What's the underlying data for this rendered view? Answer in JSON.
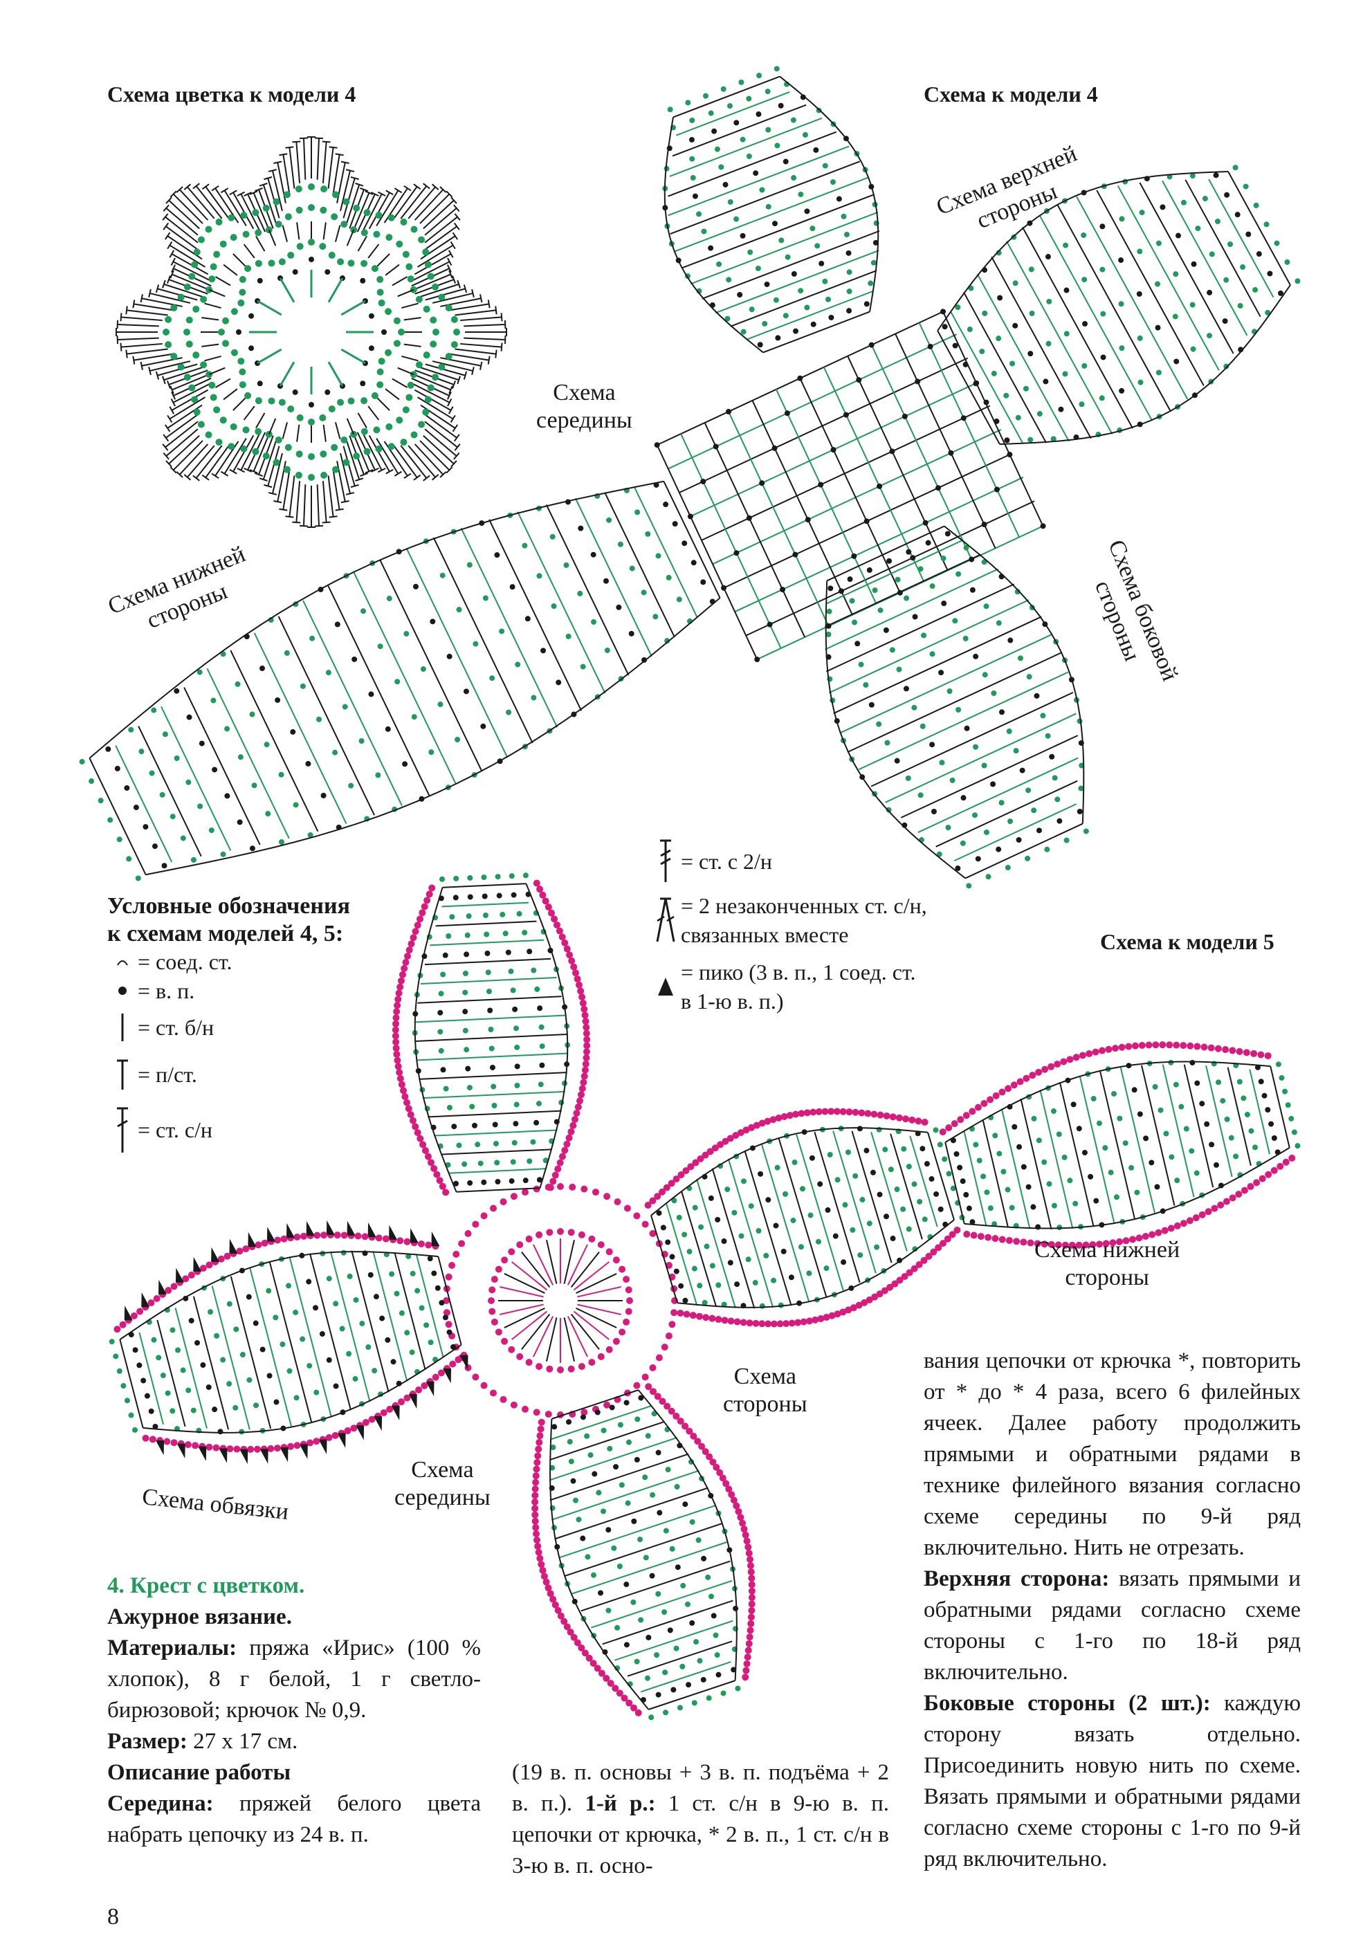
{
  "headers": {
    "flower": "Схема цветка к модели 4",
    "model4": "Схема к модели 4",
    "model5": "Схема к модели 5"
  },
  "labels": {
    "top_side": "Схема верхней\nстороны",
    "middle4": "Схема\nсередины",
    "bottom_side4": "Схема нижней\nстороны",
    "side4": "Схема боковой\nстороны",
    "bottom_side5": "Схема нижней\nстороны",
    "side5": "Схема\nстороны",
    "middle5": "Схема\nсередины",
    "edging": "Схема обвязки"
  },
  "legend": {
    "title_line1": "Условные обозначения",
    "title_line2": "к схемам моделей 4, 5:",
    "items": [
      {
        "icon": "slip-stitch-icon",
        "text": "= соед. ст."
      },
      {
        "icon": "chain-icon",
        "text": "= в. п."
      },
      {
        "icon": "single-crochet-icon",
        "text": "= ст. б/н"
      },
      {
        "icon": "half-double-icon",
        "text": "= п/ст."
      },
      {
        "icon": "double-crochet-icon",
        "text": "= ст. с/н"
      }
    ],
    "items_right": [
      {
        "icon": "treble-crochet-icon",
        "text": "= ст. с 2/н"
      },
      {
        "icon": "decrease-icon",
        "text": "= 2 незаконченных ст. с/н,\nсвязанных вместе"
      },
      {
        "icon": "picot-icon",
        "text": "= пико (3 в. п., 1 соед. ст.\nв 1-ю в. п.)"
      }
    ]
  },
  "article": {
    "title": "4. Крест с цветком.",
    "subtitle": "Ажурное вязание.",
    "materials_label": "Материалы:",
    "materials_text": " пряжа «Ирис» (100 % хлопок), 8 г белой, 1 г светло-бирюзовой; крючок № 0,9.",
    "size_label": "Размер:",
    "size_text": " 27 х 17 см.",
    "desc_label": "Описание работы",
    "middle_label": "Середина:",
    "middle_text": " пряжей белого цвета набрать цепочку из 24 в. п.",
    "col2_a": "(19 в. п. основы + 3 в. п. подъёма + 2 в. п.). ",
    "col2_row_label": "1-й р.:",
    "col2_b": " 1 ст. с/н в 9-ю в. п. цепочки от крючка, * 2 в. п., 1 ст. с/н в 3-ю в. п. осно-",
    "col3_a": "вания цепочки от крючка *, повторить от * до * 4 раза, всего 6 филейных ячеек. Далее работу продолжить прямыми и обратными рядами в технике филейного вязания согласно схеме середины по 9-й ряд включительно. Нить не отрезать.",
    "top_label": "Верхняя сторона:",
    "top_text": " вязать прямыми и обратными рядами согласно схеме стороны с 1-го по 18-й ряд включительно.",
    "sides_label": "Боковые стороны (2 шт.):",
    "sides_text": " каждую сторону вязать отдельно. Присоединить новую нить по схеме. Вязать прямыми и обратными рядами согласно схеме стороны с 1-го по 9-й ряд включительно."
  },
  "page_number": "8",
  "colors": {
    "green": "#1e9c5a",
    "magenta": "#d81b7d",
    "black": "#1a1a1a"
  }
}
